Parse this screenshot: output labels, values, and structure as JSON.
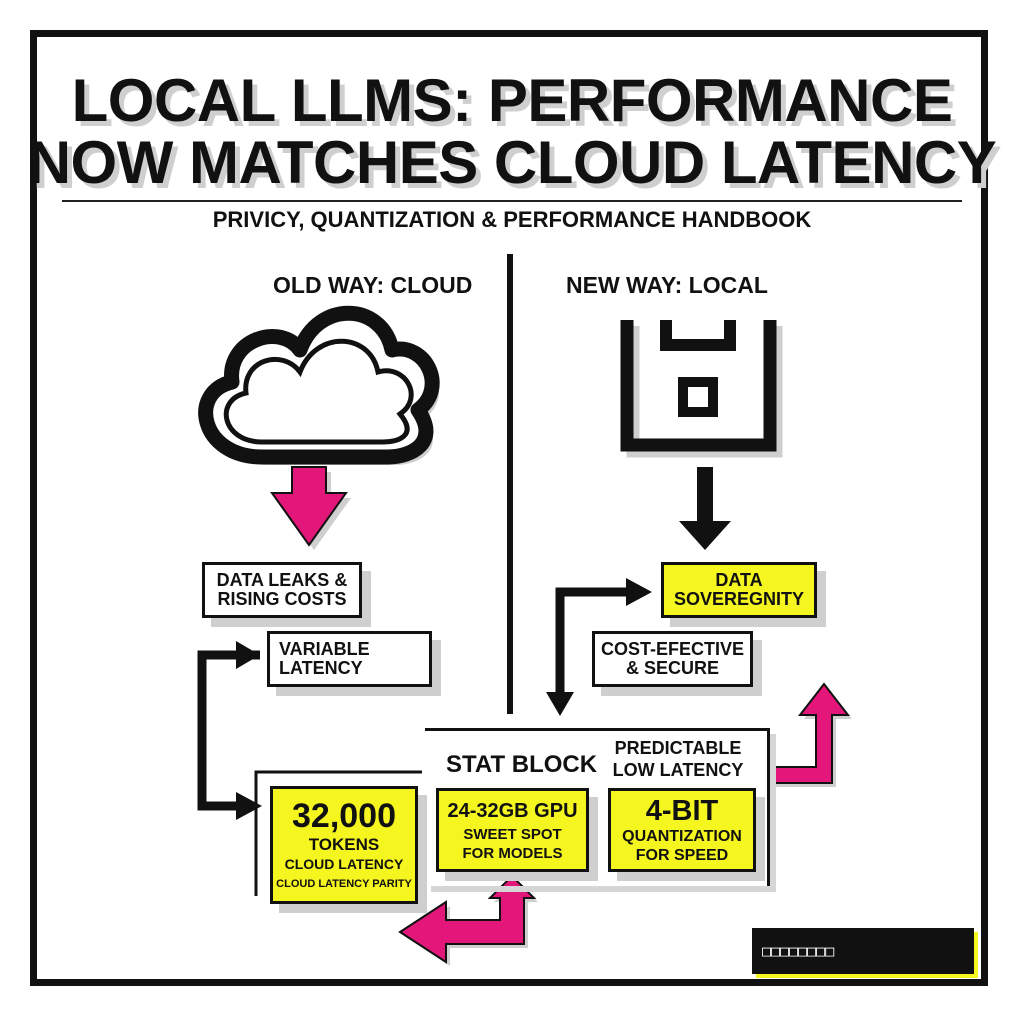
{
  "title": {
    "line1": "LOCAL LLMS: PERFORMANCE",
    "line2": "NOW MATCHES CLOUD LATENCY"
  },
  "subtitle": "PRIVICY, QUANTIZATION & PERFORMANCE HANDBOOK",
  "left": {
    "heading": "OLD WAY: CLOUD",
    "icon": "cloud-icon",
    "box1": [
      "DATA LEAKS &",
      "RISING COSTS"
    ],
    "box2": [
      "VARIABLE",
      "LATENCY"
    ]
  },
  "right": {
    "heading": "NEW WAY: LOCAL",
    "icon": "local-device-icon",
    "box1": [
      "DATA",
      "SOVEREGNITY"
    ],
    "box2": [
      "COST-EFECTIVE",
      "& SECURE"
    ]
  },
  "stat_block": {
    "label": "STAT BLOCK",
    "predictable": [
      "PREDICTABLE",
      "LOW LATENCY"
    ],
    "tokens": {
      "big": "32,000",
      "line1": "TOKENS",
      "line2": "CLOUD LATENCY",
      "line3": "CLOUD LATENCY PARITY"
    },
    "gpu": {
      "big": "24-32GB GPU",
      "line1": "SWEET SPOT",
      "line2": "FOR MODELS"
    },
    "quant": {
      "big": "4-BIT",
      "line1": "QUANTIZATION",
      "line2": "FOR SPEED"
    }
  },
  "badge": "□□□□□□□□",
  "colors": {
    "accent_magenta": "#e3177a",
    "accent_yellow": "#f5f51f",
    "ink": "#111111",
    "shadow": "#cfcfcf"
  }
}
